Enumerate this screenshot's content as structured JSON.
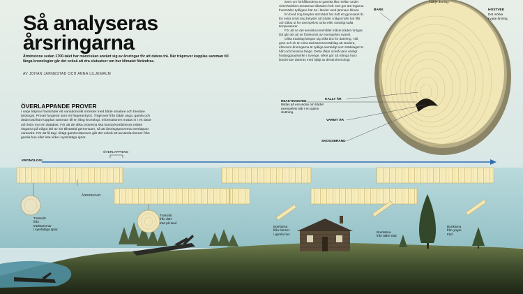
{
  "title_line1": "Så analyseras",
  "title_line2": "årsringarna",
  "intro": "Åtminstone sedan 1700-talet har människan använt sig av årsringar för att datera trä. När träprover kopplas samman till långa kronologier går det också att dra slutsatser om hur klimatet förändras.",
  "byline": "AV JOHAN JARNESTAD OCH ANNA LILJEMALM",
  "section_heading": "ÖVERLAPPANDE PROVER",
  "section_body": "I varje träprov framträder ett variationsrikt mönster med både smalare och bredare årsringar. Provet fungerar som ett fingeravtryck. Träprover från både unga, gamla och döda träd kan kopplas samman till en lång kronologi. Informationen matas in i en dator och körs mot en databas. För att de olika proverna ska kunna kombineras måste ringarna på något del av sin tillväxttid gemensam, så att årsringsproverna överlappar varandra. För att få tag i riktigt gamla träprover går det också att använda timmer från gamla hus eller leta virke i syrefattiga sjöar.",
  "right_text": [
    "även om förhållandena är ganska lika mellan under vinterhalvåret avstannar tillväxten helt. Det gör att ringarna framträder tydligare här än i länder med jämnare klimat.",
    "En bred ring betyder att trädet har haft ett gynnsamt år. En extra smal ring betyder att trädet i något mån har fått och råkat ut för exempelvis torka eller ovanligt kalla temperaturer.",
    "För att se det kemiska innehållet måste trädet röntgas. Då går det att se förekomst av exempelvis svavel.",
    "Olika trädslag lämpar sig olika bra för datering. Tall, gran och ek är extra tacksamma trädslag att studera, eftersom årsringarna är tydliga samtidigt som trädslaget är hårt och bevaras länge. Detta råkar också vara vanligt husbyggnadsvirke i Sverige, vilket gör att många hus i landet kan dateras med hjälp av dendrokronologi."
  ],
  "labels": {
    "bark": "BARK",
    "ring_top": "I varje årsring.",
    "autumn_title": "HÖSTVED",
    "autumn_line1": "Det mörka",
    "autumn_line2": "i varje årsring.",
    "reaction_title": "REAKTIONSVED",
    "reaction_body": "Bildas på ena sidan om trädet exempelvis står i en ojämn sluttning.",
    "cold_year": "KALLT ÅR",
    "warm_year": "VARMT ÅR",
    "forest_fire": "SKOGSBRAND",
    "chronology": "KRONOLOGI",
    "overlap": "ÖVERLAPPNING",
    "annual_rings": "ÅRSRINGAR",
    "crosscut_lake_1": "Tvärsnitt",
    "crosscut_lake_2": "från",
    "crosscut_lake_3": "trädstammar",
    "crosscut_lake_4": "i syrefattiga sjöar",
    "crosscut_dead_1": "Tvärsnitt",
    "crosscut_dead_2": "från dött",
    "crosscut_dead_3": "träd på land",
    "core_house_1": "Borrkärna",
    "core_house_2": "från timmer",
    "core_house_3": "i gamla hus",
    "core_old_1": "Borrkärna",
    "core_old_2": "från äldre träd",
    "core_young_1": "Borrkärna",
    "core_young_2": "från yngre",
    "core_young_3": "träd"
  },
  "colors": {
    "sky_top": "#cfe4e9",
    "sky_bottom": "#e9f1ee",
    "water": "#8ec3c9",
    "wood_light": "#f6ebb8",
    "wood_ring": "#c9b46f",
    "ground": "#2f3a23",
    "chronology_arrow": "#2f6fb0"
  }
}
